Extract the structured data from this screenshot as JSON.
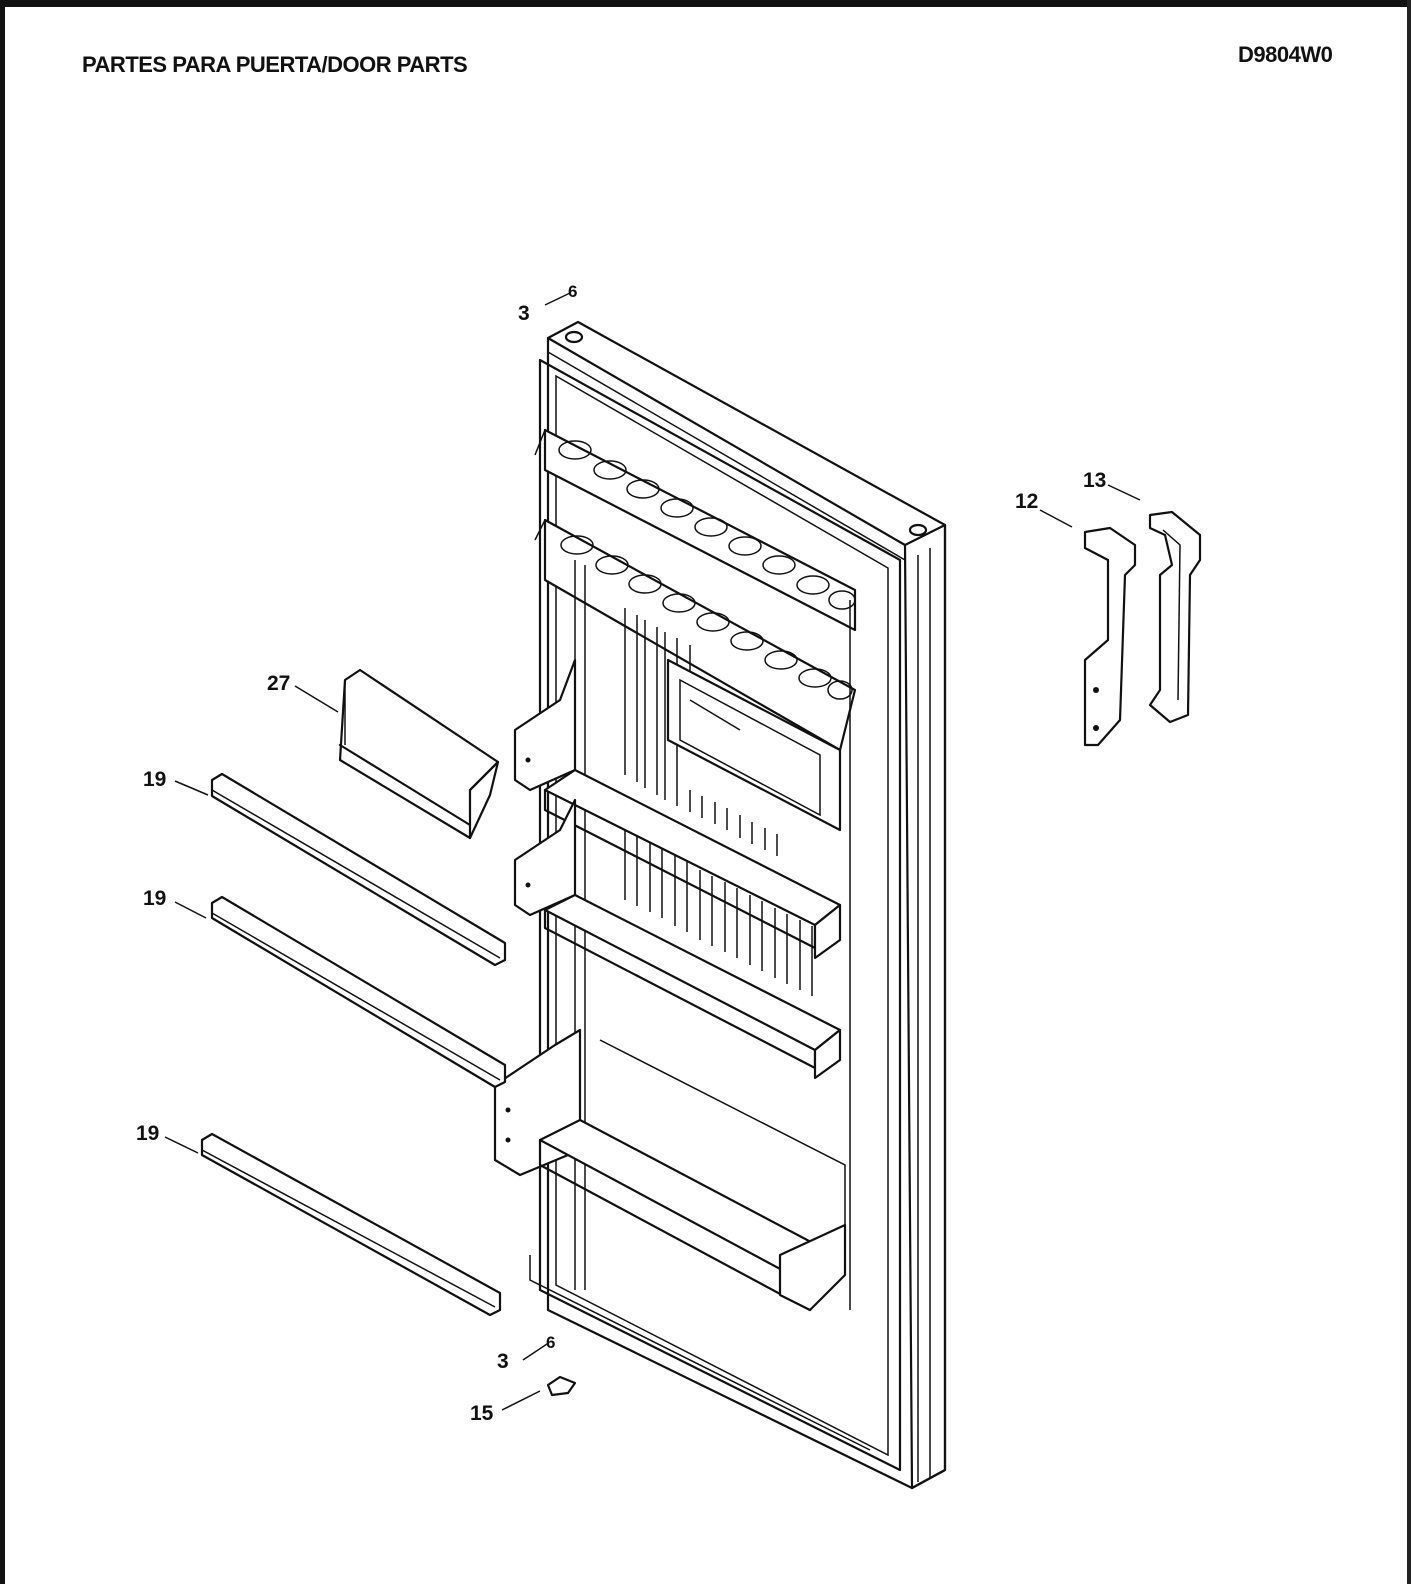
{
  "header": {
    "title": "PARTES PARA PUERTA/DOOR PARTS",
    "model": "D9804W0"
  },
  "callouts": {
    "hinge_top": "3",
    "hinge_top_sub": "6",
    "hinge_bottom": "3",
    "hinge_bottom_sub": "6",
    "part_12": "12",
    "part_13": "13",
    "part_27": "27",
    "part_19a": "19",
    "part_19b": "19",
    "part_19c": "19",
    "part_15": "15"
  }
}
